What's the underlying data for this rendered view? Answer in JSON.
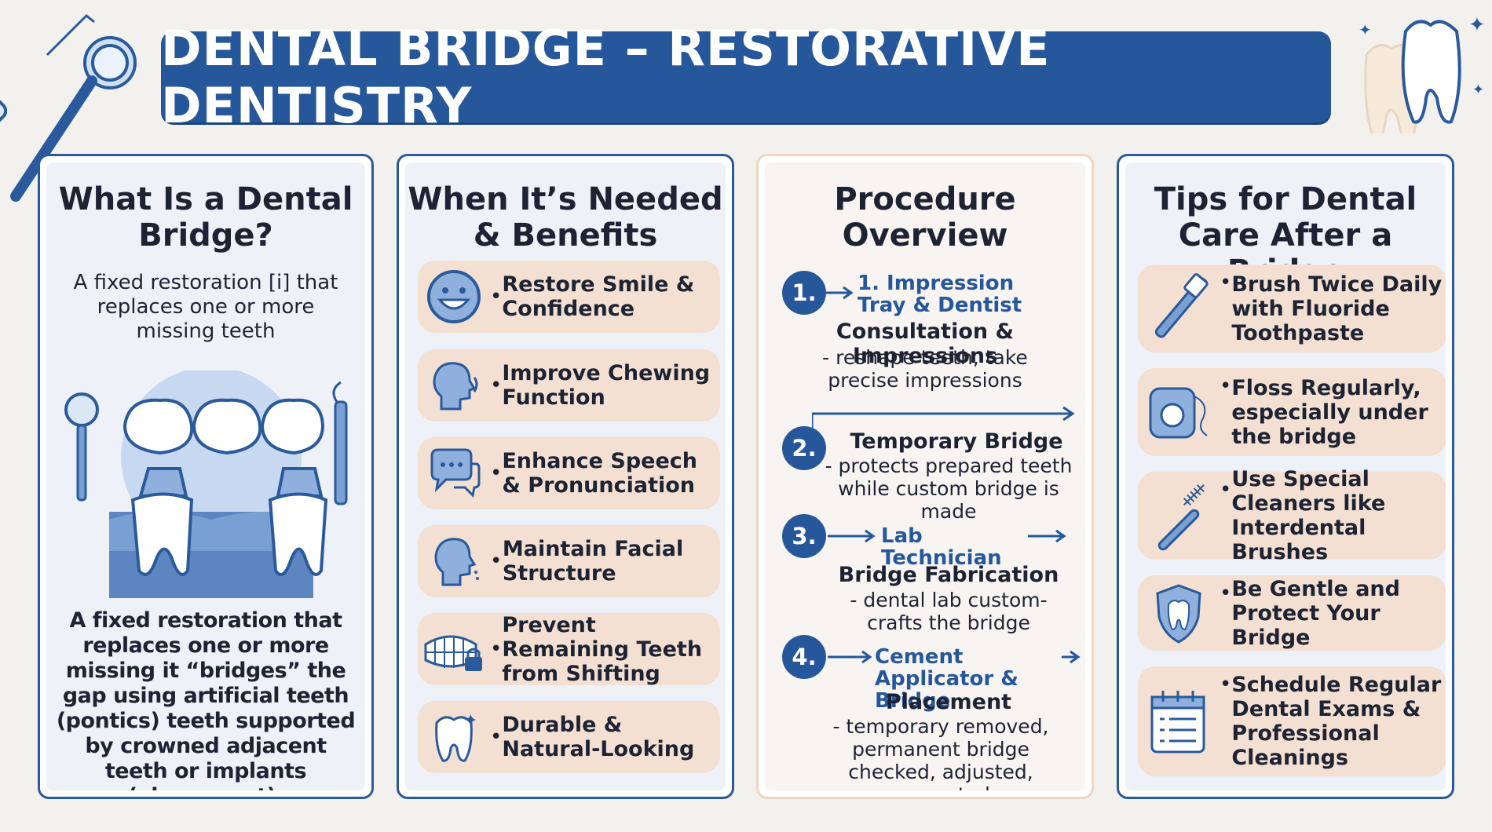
{
  "title": "DENTAL BRIDGE – RESTORATIVE DENTISTRY",
  "colors": {
    "primary": "#25579a",
    "peach": "#f3e0d2",
    "text": "#1d2333",
    "background": "#f3f1ee"
  },
  "col1": {
    "title": "What Is a Dental Bridge?",
    "subtitle": "A fixed restoration [i] that replaces one or more missing teeth",
    "body": "A fixed restoration that replaces one or more missing it “bridges” the gap using artificial teeth (pontics) teeth supported by crowned adjacent teeth or implants (abusement).",
    "icons": [
      "mouth-mirror-icon",
      "dental-bridge-illustration",
      "dental-explorer-icon"
    ]
  },
  "col2": {
    "title": "When It’s Needed & Benefits",
    "items": [
      {
        "label": "Restore Smile & Confidence",
        "icon": "smiley-face-icon"
      },
      {
        "label": "Improve Chewing Function",
        "icon": "head-chewing-icon"
      },
      {
        "label": "Enhance Speech & Pronunciation",
        "icon": "speech-bubbles-icon"
      },
      {
        "label": "Maintain Facial Structure",
        "icon": "face-profile-icon"
      },
      {
        "label": "Prevent Remaining Teeth from Shifting",
        "icon": "teeth-lock-icon"
      },
      {
        "label": "Durable & Natural-Looking",
        "icon": "sparkle-tooth-icon"
      }
    ]
  },
  "col3": {
    "title": "Procedure Overview",
    "steps": [
      {
        "num": "1.",
        "tool": "1. Impression Tray & Dentist",
        "title": "Consultation & Impressions",
        "desc": "- reshape teeth, take precise impressions"
      },
      {
        "num": "2.",
        "tool": "",
        "title": "Temporary Bridge",
        "desc": "- protects prepared teeth while custom bridge is made"
      },
      {
        "num": "3.",
        "tool": "Lab Technician",
        "title": "Bridge Fabrication",
        "desc": "- dental lab custom-crafts the bridge"
      },
      {
        "num": "4.",
        "tool": "Cement Applicator & Bridge",
        "title": "Placement",
        "desc": "- temporary removed, permanent bridge checked, adjusted, cemented"
      }
    ]
  },
  "col4": {
    "title": "Tips for Dental Care After a Bridge",
    "items": [
      {
        "label": "Brush Twice Daily with Fluoride Toothpaste",
        "icon": "toothbrush-icon"
      },
      {
        "label": "Floss Regularly, especially under the bridge",
        "icon": "floss-icon"
      },
      {
        "label": "Use Special Cleaners like Interdental Brushes",
        "icon": "interdental-brush-icon"
      },
      {
        "label": "Be Gentle and Protect Your Bridge",
        "icon": "shield-tooth-icon"
      },
      {
        "label": "Schedule Regular Dental Exams & Professional Cleanings",
        "icon": "calendar-checklist-icon"
      }
    ]
  }
}
